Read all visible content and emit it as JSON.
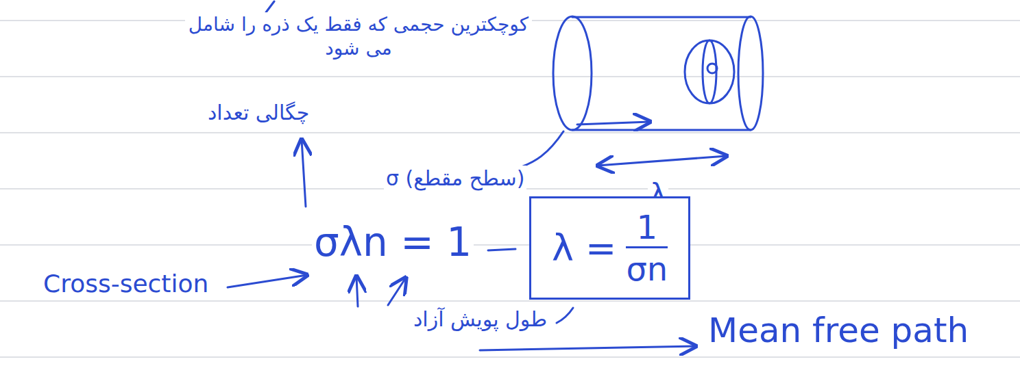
{
  "diagram": {
    "nodes": [
      {
        "text": [
          "λ =",
          "1",
          "σn"
        ]
      }
    ],
    "labels": [
      "کوچکترین حجمی که فقط یک ذره را شامل می شود",
      "چگالی تعداد",
      "σ (سطح مقطع)",
      "λ",
      "σλn = 1",
      "Cross-section",
      "طول پویش آزاد",
      "Mean free path"
    ]
  }
}
